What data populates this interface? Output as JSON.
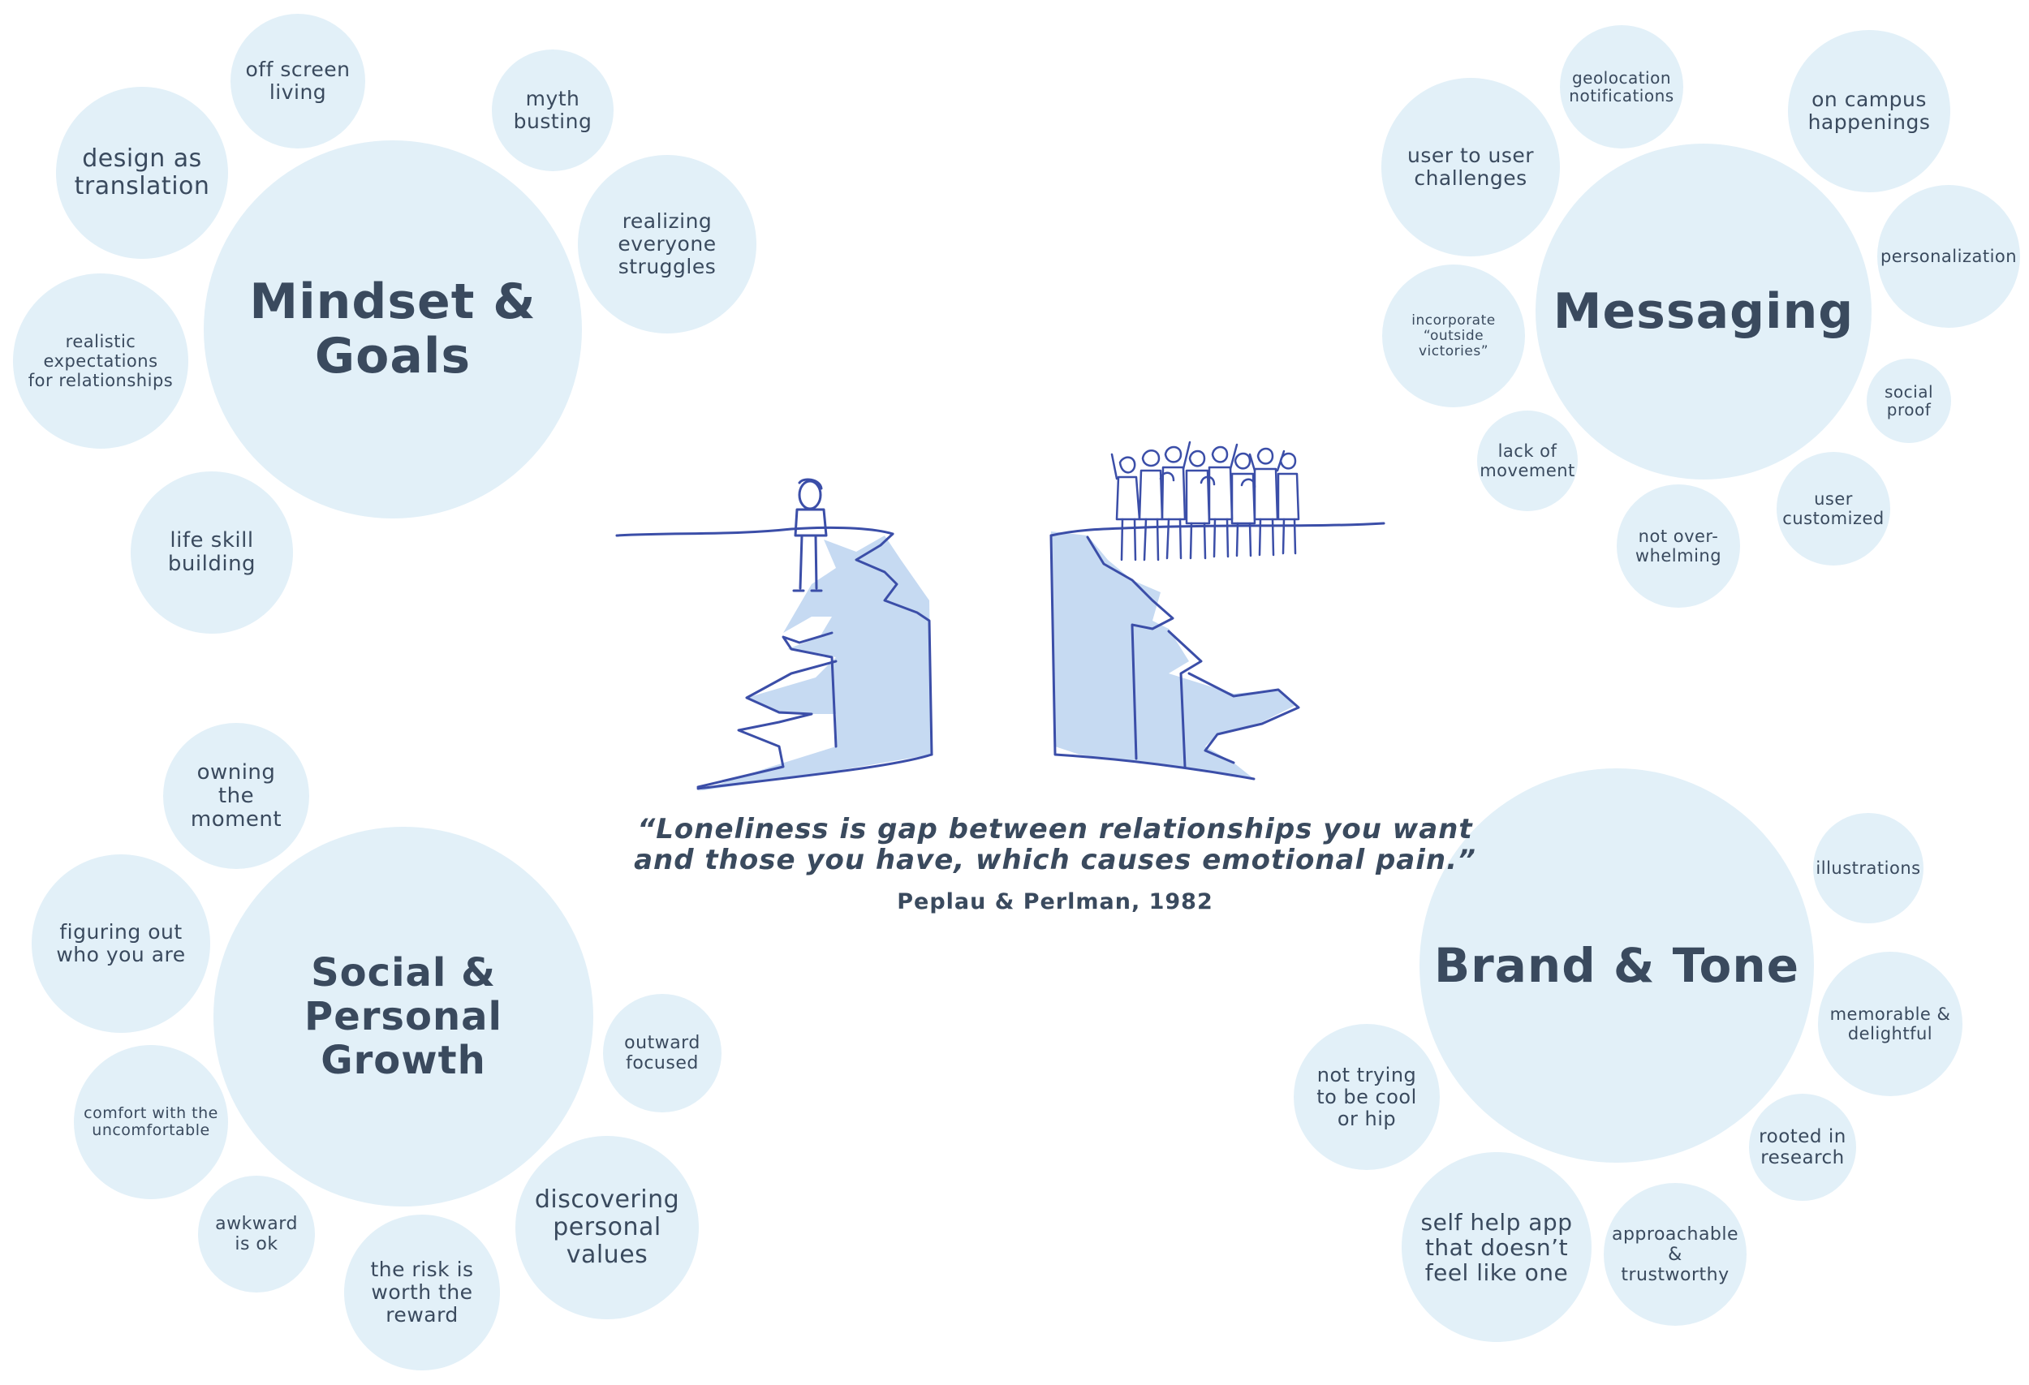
{
  "colors": {
    "bubble_fill": "#e2f0f8",
    "text": "#3a4a5e",
    "sketch_stroke": "#3b4ea8",
    "sketch_fill": "#c6daf2"
  },
  "clusters": [
    {
      "id": "mindset",
      "main": "Mindset &\nGoals",
      "items": [
        "off screen\nliving",
        "myth\nbusting",
        "design as\ntranslation",
        "realizing\neveryone\nstruggles",
        "realistic\nexpectations\nfor relationships",
        "life skill\nbuilding"
      ]
    },
    {
      "id": "messaging",
      "main": "Messaging",
      "items": [
        "geolocation\nnotifications",
        "on campus\nhappenings",
        "user to user\nchallenges",
        "personalization",
        "incorporate\n“outside victories”",
        "social\nproof",
        "lack of\nmovement",
        "user\ncustomized",
        "not over-\nwhelming"
      ]
    },
    {
      "id": "social",
      "main": "Social & Personal\nGrowth",
      "items": [
        "owning\nthe\nmoment",
        "figuring out\nwho you are",
        "outward\nfocused",
        "comfort with the\nuncomfortable",
        "awkward\nis ok",
        "discovering\npersonal\nvalues",
        "the risk is\nworth the\nreward"
      ]
    },
    {
      "id": "brand",
      "main": "Brand & Tone",
      "items": [
        "illustrations",
        "memorable &\ndelightful",
        "not trying\nto be cool\nor hip",
        "rooted in\nresearch",
        "self help app\nthat doesn’t\nfeel like one",
        "approachable\n& trustworthy"
      ]
    }
  ],
  "quote": {
    "text": "“Loneliness is gap between relationships you want\nand those you have, which causes emotional pain.”",
    "citation": "Peplau & Perlman, 1982"
  }
}
